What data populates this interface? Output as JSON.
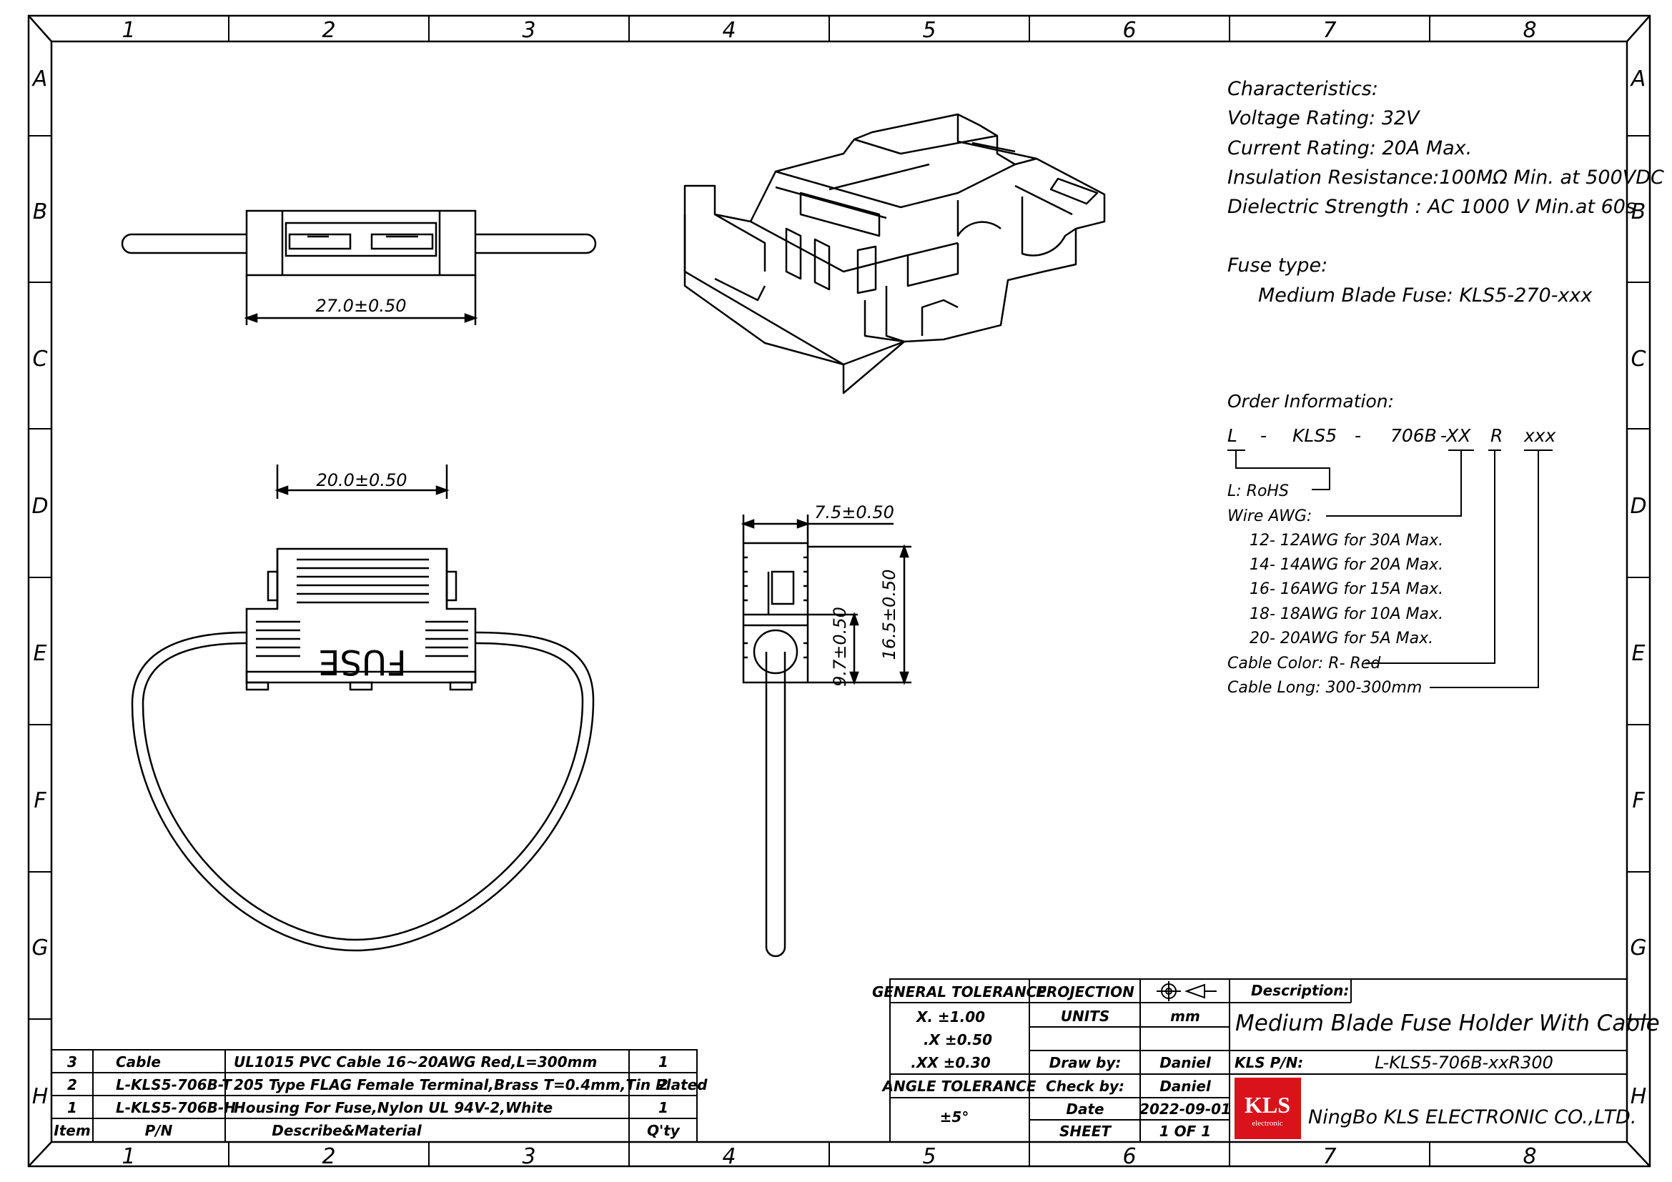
{
  "border": {
    "columns": [
      "1",
      "2",
      "3",
      "4",
      "5",
      "6",
      "7",
      "8"
    ],
    "rows": [
      "A",
      "B",
      "C",
      "D",
      "E",
      "F",
      "G",
      "H"
    ]
  },
  "characteristics": {
    "heading": "Characteristics:",
    "voltage": "Voltage Rating:   32V",
    "current": "Current Rating:   20A  Max.",
    "insulation": "Insulation Resistance:100MΩ Min. at 500VDC",
    "dielectric": "Dielectric Strength :  AC 1000 V Min.at 60s"
  },
  "fuse_type": {
    "heading": "Fuse type:",
    "value": "Medium Blade Fuse:    KLS5-270-xxx"
  },
  "order_info": {
    "heading": "Order Information:",
    "code_parts": [
      "L",
      "-",
      "KLS5",
      "-",
      "706B",
      "-XX",
      "R",
      "xxx"
    ],
    "rohs": "L: RoHS",
    "wire_awg": "Wire AWG:",
    "awg_options": [
      "12-  12AWG   for  30A Max.",
      "14-  14AWG   for  20A Max.",
      "16-  16AWG   for  15A Max.",
      "18-  18AWG   for  10A Max.",
      "20- 20AWG   for   5A Max."
    ],
    "cable_color": "Cable Color:  R- Red",
    "cable_long": "Cable Long:  300-300mm"
  },
  "dimensions": {
    "top_width": "27.0±0.50",
    "front_width": "20.0±0.50",
    "side_width": "7.5±0.50",
    "side_height": "16.5±0.50",
    "side_inner": "9.7±0.50",
    "fuse_label": "FUSE"
  },
  "bom": {
    "headers": [
      "Item",
      "P/N",
      "Describe&Material",
      "Q'ty"
    ],
    "rows": [
      {
        "item": "3",
        "pn": "Cable",
        "desc": "UL1015 PVC Cable 16~20AWG Red,L=300mm",
        "qty": "1"
      },
      {
        "item": "2",
        "pn": "L-KLS5-706B-T",
        "desc": "205 Type FLAG Female Terminal,Brass T=0.4mm,Tin Plated",
        "qty": "2"
      },
      {
        "item": "1",
        "pn": "L-KLS5-706B-H",
        "desc": "Housing For Fuse,Nylon UL 94V-2,White",
        "qty": "1"
      }
    ]
  },
  "title_block": {
    "general_tolerance": "GENERAL TOLERANCE",
    "tol_x": "X.   ±1.00",
    "tol_xx": ".X   ±0.50",
    "tol_xxx": ".XX   ±0.30",
    "angle_tolerance": "ANGLE TOLERANCE",
    "angle_value": "±5°",
    "projection": "PROJECTION",
    "units_label": "UNITS",
    "units_value": "mm",
    "draw_by_label": "Draw by:",
    "draw_by_value": "Daniel",
    "check_by_label": "Check by:",
    "check_by_value": "Daniel",
    "date_label": "Date",
    "date_value": "2022-09-01",
    "sheet_label": "SHEET",
    "sheet_value": "1  OF  1",
    "description_label": "Description:",
    "description_value": "Medium Blade Fuse Holder With Cable",
    "pn_label": "KLS P/N:",
    "pn_value": "L-KLS5-706B-xxR300",
    "logo_text": "KLS",
    "logo_sub": "electronic",
    "company": "NingBo KLS ELECTRONIC CO.,LTD."
  },
  "colors": {
    "logo_red": "#d9121b",
    "line": "#000000"
  }
}
